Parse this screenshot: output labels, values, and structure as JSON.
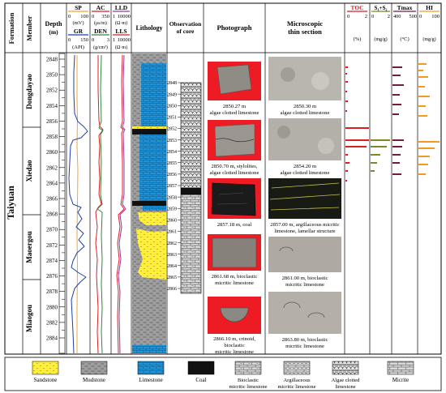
{
  "headers": {
    "formation": "Formation",
    "member": "Member",
    "depth": "Depth",
    "depth_unit": "(m)",
    "sp": "SP",
    "sp_range_min": "0",
    "sp_range_max": "100",
    "sp_unit": "(mV)",
    "gr": "GR",
    "gr_range_min": "0",
    "gr_range_max": "150",
    "gr_unit": "(API)",
    "ac": "AC",
    "ac_range_min": "0",
    "ac_range_max": "350",
    "ac_unit": "(μs/m)",
    "den": "DEN",
    "den_range_min": "0",
    "den_range_max": "3",
    "den_unit": "(g/cm³)",
    "lld": "LLD",
    "lld_range_min": "1",
    "lld_range_max": "10000",
    "lld_unit": "(Ω·m)",
    "lls": "LLS",
    "lls_range_min": "1",
    "lls_range_max": "10000",
    "lls_unit": "(Ω·m)",
    "lithology": "Lithology",
    "observation": "Observation",
    "observation2": "of core",
    "photograph": "Photograph",
    "thin_section": "Microscopic",
    "thin_section2": "thin section",
    "toc": "TOC",
    "toc_range_min": "0",
    "toc_range_max": "2",
    "toc_unit": "(%)",
    "s1s2": "S₁+S₂",
    "s1s2_range_min": "0",
    "s1s2_range_max": "2",
    "s1s2_unit": "(mg/g)",
    "tmax": "Tmax",
    "tmax_range_min": "400",
    "tmax_range_max": "500",
    "tmax_unit": "(°C)",
    "hi": "HI",
    "hi_range_min": "0",
    "hi_range_max": "100",
    "hi_unit": "(mg/g)"
  },
  "formation": "Taiyuan",
  "members": [
    "Dongdayao",
    "Xiedao",
    "Maoergou",
    "Miaogou"
  ],
  "depth_ticks": [
    "2848",
    "2850",
    "2852",
    "2854",
    "2856",
    "2858",
    "2860",
    "2862",
    "2864",
    "2866",
    "2868",
    "2870",
    "2872",
    "2874",
    "2876",
    "2878",
    "2880",
    "2882",
    "2884"
  ],
  "core_ticks": [
    "2848",
    "2849",
    "2850",
    "2851",
    "2852",
    "2853",
    "2854",
    "2855",
    "2856",
    "2857",
    "2858",
    "2859",
    "2860",
    "2861",
    "2862",
    "2863",
    "2864",
    "2865",
    "2866"
  ],
  "photos": [
    {
      "cap1": "2850.27 m",
      "cap2": "algae clotted limestone",
      "cap3": ""
    },
    {
      "cap1": "2850.70 m, stylolites,",
      "cap2": "algae clotted limestone",
      "cap3": ""
    },
    {
      "cap1": "2857.18 m, coal",
      "cap2": "",
      "cap3": ""
    },
    {
      "cap1": "2861.68 m, bioclastic",
      "cap2": "micritic limestone",
      "cap3": ""
    },
    {
      "cap1": "2866.10 m, crinoid,",
      "cap2": "bioclastic",
      "cap3": "micritic limestone"
    }
  ],
  "thin_sections": [
    {
      "cap1": "2850.30 m",
      "cap2": "algae clotted limestone"
    },
    {
      "cap1": "2854.20 m",
      "cap2": "algae clotted limestone"
    },
    {
      "cap1": "2857.00 m, argillaceous micritic",
      "cap2": "limestone, lamellar structure"
    },
    {
      "cap1": "2861.00 m, bioclastic",
      "cap2": "micritic limestone"
    },
    {
      "cap1": "2863.80 m, bioclastic",
      "cap2": "micritic limestone"
    }
  ],
  "legend": [
    {
      "id": "sandstone",
      "label": "Sandstone",
      "label2": ""
    },
    {
      "id": "mudstone",
      "label": "Mudstone",
      "label2": ""
    },
    {
      "id": "limestone",
      "label": "Limestone",
      "label2": ""
    },
    {
      "id": "coal",
      "label": "Coal",
      "label2": ""
    },
    {
      "id": "bioclastic",
      "label": "Bioclastic",
      "label2": "micritic limestone"
    },
    {
      "id": "argillaceous",
      "label": "Argillaceous",
      "label2": "micritic limestone"
    },
    {
      "id": "algae",
      "label": "Algae clotted",
      "label2": "limestone"
    },
    {
      "id": "micrite",
      "label": "Micrite",
      "label2": ""
    }
  ],
  "colors": {
    "sp": "#f2a531",
    "gr": "#1c3fa8",
    "ac": "#d81f26",
    "den": "#2e8b3d",
    "lld": "#8c3b9e",
    "lls": "#d81f26",
    "limestone": "#1f93d6",
    "sandstone": "#ffee3a",
    "mudstone": "#9e9e9e",
    "coal": "#111111",
    "toc": "#d81f26",
    "s1s2": "#7c8a20",
    "tmax": "#6e1d3c",
    "hi": "#f39a21"
  }
}
